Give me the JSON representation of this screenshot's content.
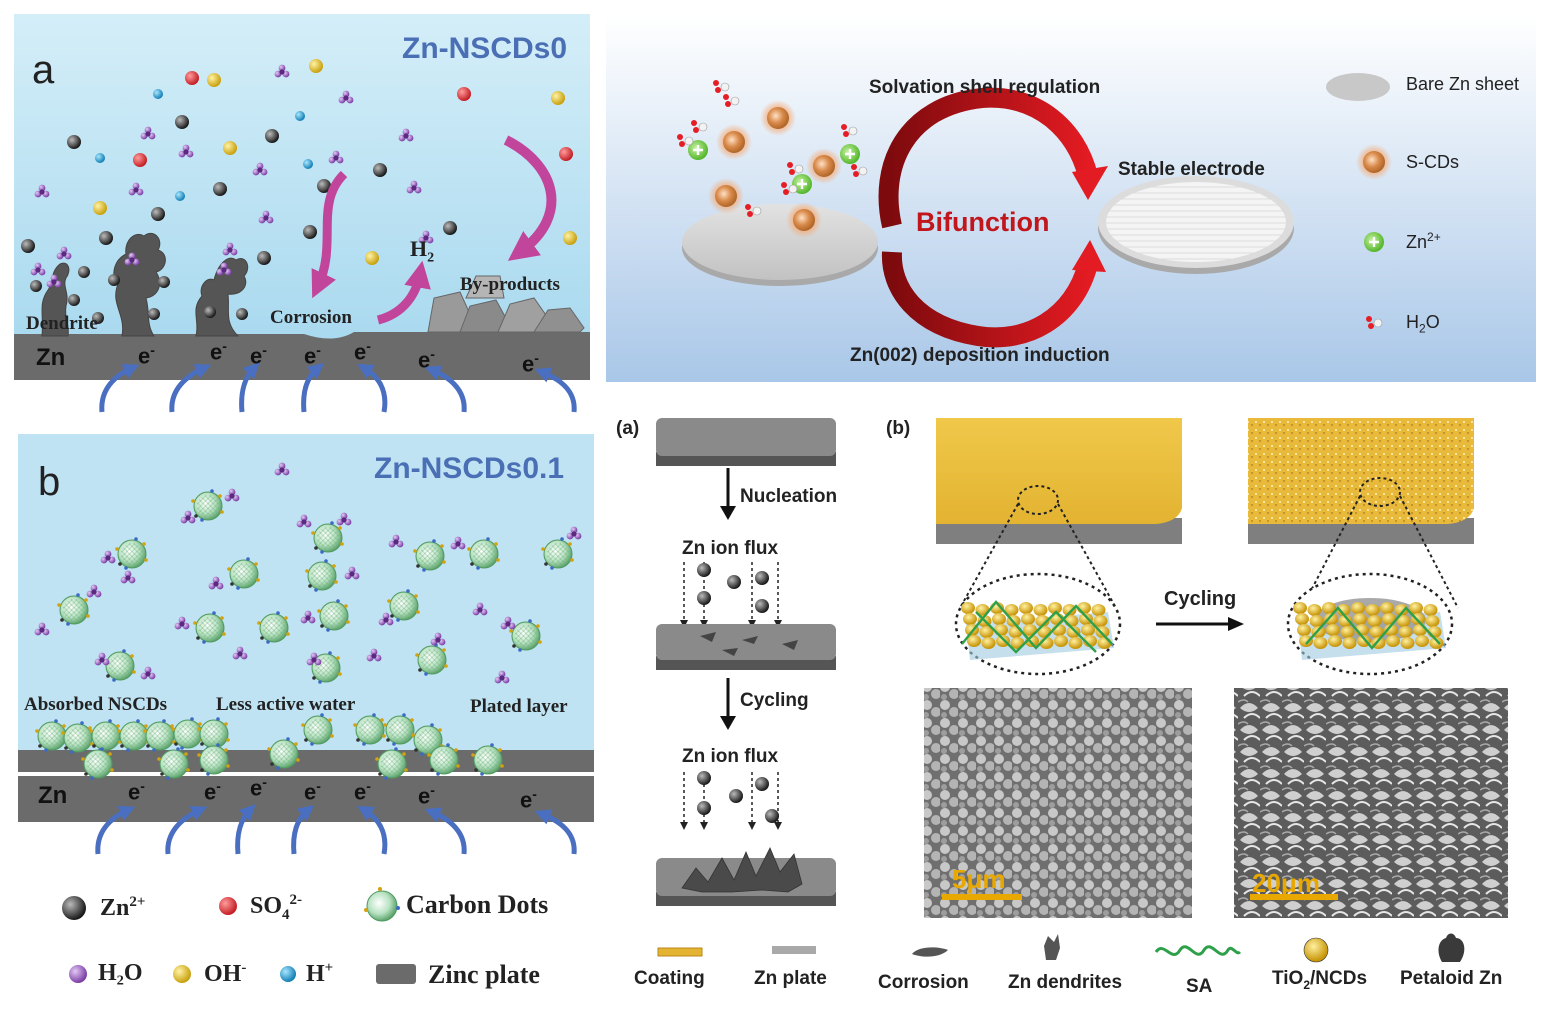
{
  "panel_a": {
    "letter": "a",
    "title": "Zn-NSCDs0",
    "labels": {
      "dendrite": "Dendrite",
      "corrosion": "Corrosion",
      "h2": "H",
      "h2_sub": "2",
      "byproducts": "By-products",
      "zn": "Zn"
    },
    "electron": "e",
    "electron_sup": "-"
  },
  "panel_b": {
    "letter": "b",
    "title": "Zn-NSCDs0.1",
    "labels": {
      "absorbed": "Absorbed NSCDs",
      "less_active": "Less active water",
      "plated": "Plated layer",
      "zn": "Zn"
    }
  },
  "legend_left": {
    "zn2": {
      "text": "Zn",
      "sup": "2+"
    },
    "so4": {
      "text": "SO",
      "sub": "4",
      "sup": "2-"
    },
    "carbon_dots": "Carbon Dots",
    "h2o": "H₂O",
    "oh": {
      "text": "OH",
      "sup": "-"
    },
    "hplus": {
      "text": "H",
      "sup": "+"
    },
    "zinc_plate": "Zinc plate"
  },
  "top_right": {
    "solvation": "Solvation shell regulation",
    "bifunction": "Bifunction",
    "stable": "Stable electrode",
    "deposition": "Zn(002) deposition induction",
    "legend": {
      "bare_zn": "Bare Zn sheet",
      "scds": "S-CDs",
      "zn2": {
        "text": "Zn",
        "sup": "2+"
      },
      "h2o": {
        "text": "H",
        "sub": "2",
        "tail": "O"
      }
    }
  },
  "panel_small_a": {
    "letter": "(a)",
    "nucleation": "Nucleation",
    "flux1": "Zn ion flux",
    "cycling": "Cycling",
    "flux2": "Zn ion flux"
  },
  "panel_small_b": {
    "letter": "(b)",
    "cycling": "Cycling",
    "scale1": "5μm",
    "scale2": "20μm"
  },
  "legend_bottom": {
    "coating": "Coating",
    "zn_plate": "Zn plate",
    "corrosion": "Corrosion",
    "zn_dendrites": "Zn dendrites",
    "sa": "SA",
    "tio2": {
      "text": "TiO",
      "sub": "2",
      "tail": "/NCDs"
    },
    "petaloid": "Petaloid Zn"
  },
  "colors": {
    "electrolyte": "#bfe3f3",
    "zinc": "#6b6b6b",
    "arrow_blue": "#4a6fc0",
    "magenta": "#c2459c",
    "title_blue": "#4a6fb5",
    "bifunction_red": "#c0161c",
    "coating_gold": "#eec23e"
  }
}
